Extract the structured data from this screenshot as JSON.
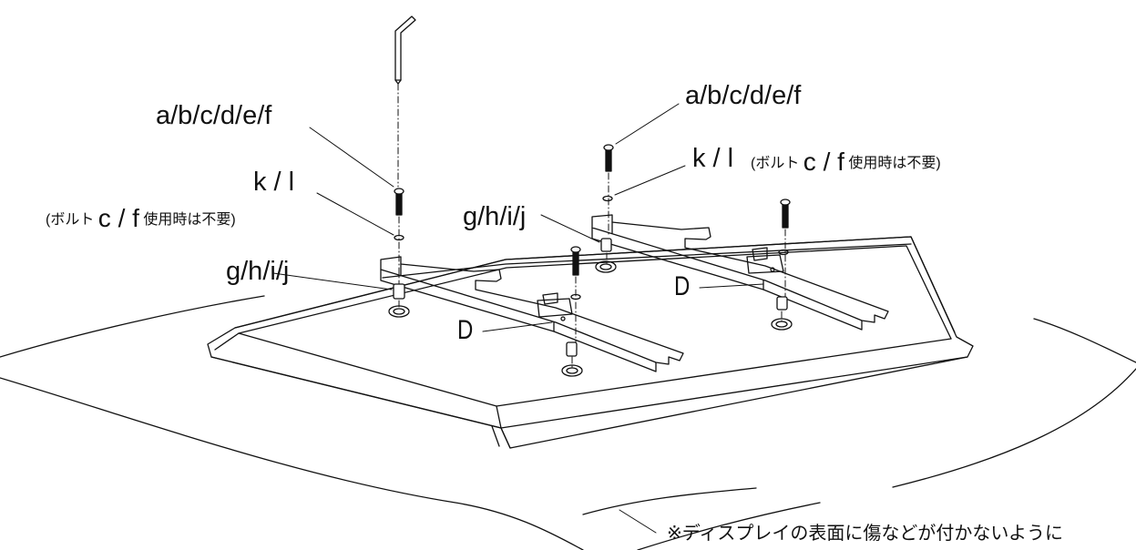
{
  "labels": {
    "bolt_left": "a/b/c/d/e/f",
    "bolt_right": "a/b/c/d/e/f",
    "washer_left": "k / l",
    "washer_right": "k / l",
    "note_left_pre": "(ボルト",
    "note_left_cf": "c / f",
    "note_left_post": "使用時は不要)",
    "note_right_pre": "(ボルト",
    "note_right_cf": "c / f",
    "note_right_post": "使用時は不要)",
    "spacer_left": "g/h/i/j",
    "spacer_right": "g/h/i/j",
    "stand_left": "D",
    "stand_right": "D",
    "bottom_note": "※ディスプレイの表面に傷などが付かないように"
  },
  "icons": [
    "hex-key-icon",
    "bolt-icon",
    "washer-icon",
    "spacer-icon",
    "stand-bracket-icon"
  ]
}
